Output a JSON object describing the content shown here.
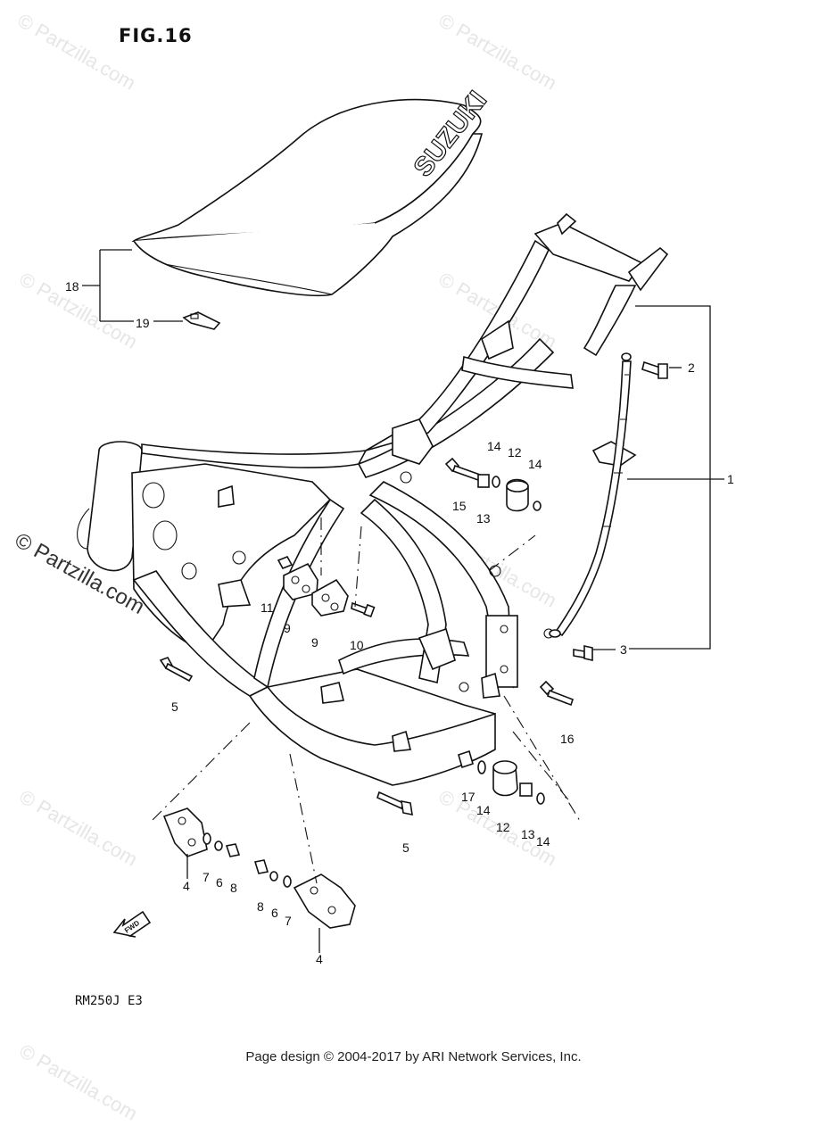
{
  "figure": {
    "title": "FIG.16",
    "model": "RM250J  E3",
    "footer": "Page design © 2004-2017 by ARI Network Services, Inc.",
    "seat_logo": "SUZUKI",
    "fwd_label": "FWD"
  },
  "watermark": {
    "text": "© Partzilla.com",
    "main_text": "© Partzilla.com"
  },
  "callouts": [
    {
      "id": "c1",
      "label": "1"
    },
    {
      "id": "c2",
      "label": "2"
    },
    {
      "id": "c3",
      "label": "3"
    },
    {
      "id": "c4a",
      "label": "4"
    },
    {
      "id": "c4b",
      "label": "4"
    },
    {
      "id": "c5a",
      "label": "5"
    },
    {
      "id": "c5b",
      "label": "5"
    },
    {
      "id": "c6a",
      "label": "6"
    },
    {
      "id": "c6b",
      "label": "6"
    },
    {
      "id": "c7a",
      "label": "7"
    },
    {
      "id": "c7b",
      "label": "7"
    },
    {
      "id": "c8a",
      "label": "8"
    },
    {
      "id": "c8b",
      "label": "8"
    },
    {
      "id": "c9a",
      "label": "9"
    },
    {
      "id": "c9b",
      "label": "9"
    },
    {
      "id": "c10",
      "label": "10"
    },
    {
      "id": "c11",
      "label": "11"
    },
    {
      "id": "c12a",
      "label": "12"
    },
    {
      "id": "c12b",
      "label": "12"
    },
    {
      "id": "c13a",
      "label": "13"
    },
    {
      "id": "c13b",
      "label": "13"
    },
    {
      "id": "c14a",
      "label": "14"
    },
    {
      "id": "c14b",
      "label": "14"
    },
    {
      "id": "c14c",
      "label": "14"
    },
    {
      "id": "c14d",
      "label": "14"
    },
    {
      "id": "c15",
      "label": "15"
    },
    {
      "id": "c16",
      "label": "16"
    },
    {
      "id": "c17",
      "label": "17"
    },
    {
      "id": "c18",
      "label": "18"
    },
    {
      "id": "c19",
      "label": "19"
    }
  ]
}
